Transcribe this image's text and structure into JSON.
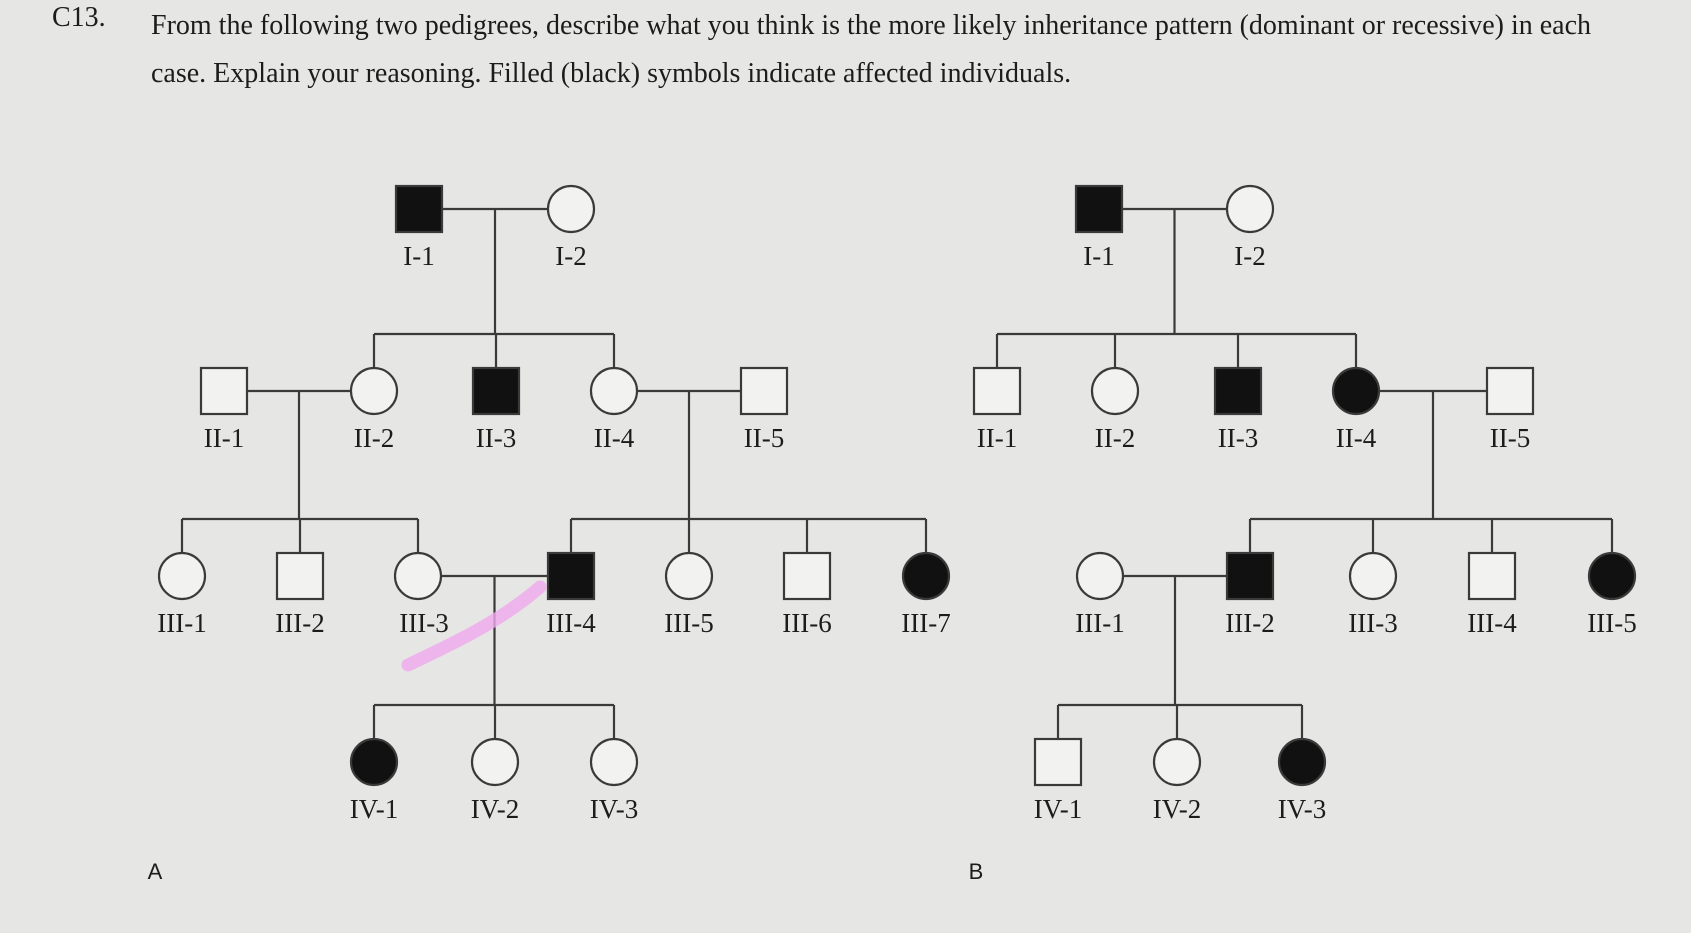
{
  "question": {
    "number": "C13.",
    "text": "From the following two pedigrees, describe what you think is the more likely inheritance pattern (dominant or recessive) in each case. Explain your reasoning. Filled (black) symbols indicate affected individuals."
  },
  "colors": {
    "stroke": "#3a3a3a",
    "affected": "#111111",
    "unaffected": "#f2f2f0",
    "highlighter": "#f0a8ee"
  },
  "pedigrees": [
    {
      "id": "A",
      "label": "A",
      "individuals": [
        {
          "id": "I-1",
          "label": "I-1",
          "sex": "male",
          "affected": true
        },
        {
          "id": "I-2",
          "label": "I-2",
          "sex": "female",
          "affected": false
        },
        {
          "id": "II-1",
          "label": "II-1",
          "sex": "male",
          "affected": false
        },
        {
          "id": "II-2",
          "label": "II-2",
          "sex": "female",
          "affected": false
        },
        {
          "id": "II-3",
          "label": "II-3",
          "sex": "male",
          "affected": true
        },
        {
          "id": "II-4",
          "label": "II-4",
          "sex": "female",
          "affected": false
        },
        {
          "id": "II-5",
          "label": "II-5",
          "sex": "male",
          "affected": false
        },
        {
          "id": "III-1",
          "label": "III-1",
          "sex": "female",
          "affected": false
        },
        {
          "id": "III-2",
          "label": "III-2",
          "sex": "male",
          "affected": false
        },
        {
          "id": "III-3",
          "label": "III-3",
          "sex": "female",
          "affected": false
        },
        {
          "id": "III-4",
          "label": "III-4",
          "sex": "male",
          "affected": true
        },
        {
          "id": "III-5",
          "label": "III-5",
          "sex": "female",
          "affected": false
        },
        {
          "id": "III-6",
          "label": "III-6",
          "sex": "male",
          "affected": false
        },
        {
          "id": "III-7",
          "label": "III-7",
          "sex": "female",
          "affected": true
        },
        {
          "id": "IV-1",
          "label": "IV-1",
          "sex": "female",
          "affected": true
        },
        {
          "id": "IV-2",
          "label": "IV-2",
          "sex": "female",
          "affected": false
        },
        {
          "id": "IV-3",
          "label": "IV-3",
          "sex": "female",
          "affected": false
        }
      ],
      "matings": [
        {
          "partners": [
            "I-1",
            "I-2"
          ],
          "children": [
            "II-2",
            "II-3",
            "II-4"
          ]
        },
        {
          "partners": [
            "II-1",
            "II-2"
          ],
          "children": [
            "III-1",
            "III-2",
            "III-3"
          ]
        },
        {
          "partners": [
            "II-4",
            "II-5"
          ],
          "children": [
            "III-4",
            "III-5",
            "III-6",
            "III-7"
          ]
        },
        {
          "partners": [
            "III-3",
            "III-4"
          ],
          "children": [
            "IV-1",
            "IV-2",
            "IV-3"
          ]
        }
      ]
    },
    {
      "id": "B",
      "label": "B",
      "individuals": [
        {
          "id": "I-1",
          "label": "I-1",
          "sex": "male",
          "affected": true
        },
        {
          "id": "I-2",
          "label": "I-2",
          "sex": "female",
          "affected": false
        },
        {
          "id": "II-1",
          "label": "II-1",
          "sex": "male",
          "affected": false
        },
        {
          "id": "II-2",
          "label": "II-2",
          "sex": "female",
          "affected": false
        },
        {
          "id": "II-3",
          "label": "II-3",
          "sex": "male",
          "affected": true
        },
        {
          "id": "II-4",
          "label": "II-4",
          "sex": "female",
          "affected": true
        },
        {
          "id": "II-5",
          "label": "II-5",
          "sex": "male",
          "affected": false
        },
        {
          "id": "III-1",
          "label": "III-1",
          "sex": "female",
          "affected": false
        },
        {
          "id": "III-2",
          "label": "III-2",
          "sex": "male",
          "affected": true
        },
        {
          "id": "III-3",
          "label": "III-3",
          "sex": "female",
          "affected": false
        },
        {
          "id": "III-4",
          "label": "III-4",
          "sex": "male",
          "affected": false
        },
        {
          "id": "III-5",
          "label": "III-5",
          "sex": "female",
          "affected": true
        },
        {
          "id": "IV-1",
          "label": "IV-1",
          "sex": "male",
          "affected": false
        },
        {
          "id": "IV-2",
          "label": "IV-2",
          "sex": "female",
          "affected": false
        },
        {
          "id": "IV-3",
          "label": "IV-3",
          "sex": "female",
          "affected": true
        }
      ],
      "matings": [
        {
          "partners": [
            "I-1",
            "I-2"
          ],
          "children": [
            "II-1",
            "II-2",
            "II-3",
            "II-4"
          ]
        },
        {
          "partners": [
            "II-4",
            "II-5"
          ],
          "children": [
            "III-2",
            "III-3",
            "III-4",
            "III-5"
          ]
        },
        {
          "partners": [
            "III-1",
            "III-2"
          ],
          "children": [
            "IV-1",
            "IV-2",
            "IV-3"
          ]
        }
      ]
    }
  ]
}
